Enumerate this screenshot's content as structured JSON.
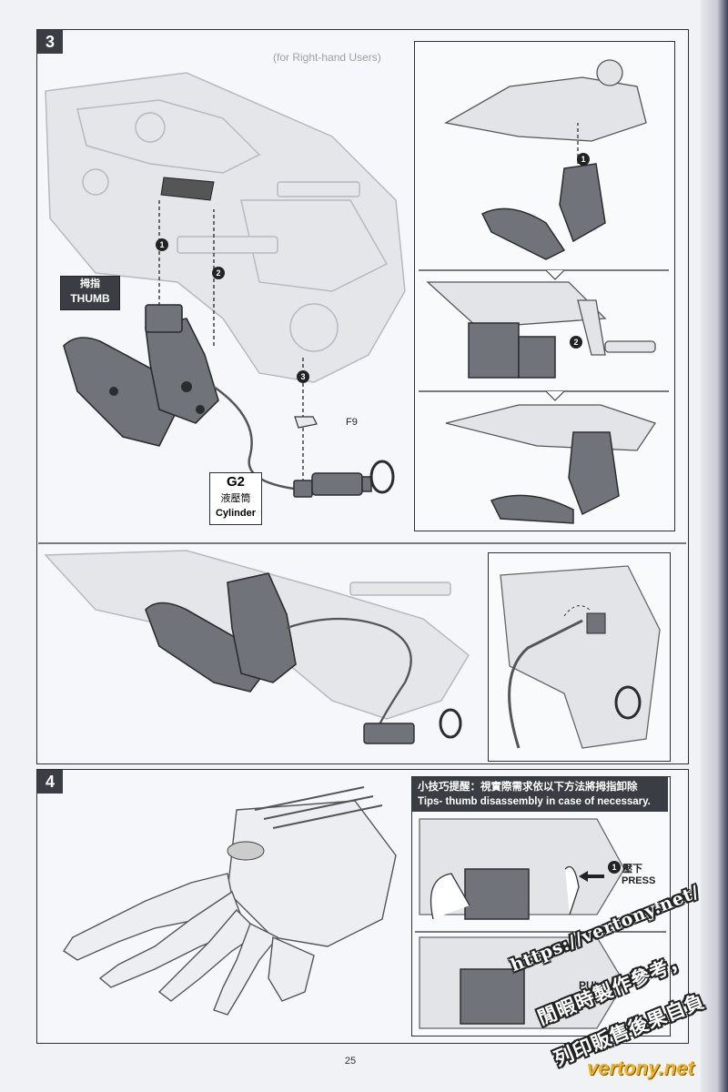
{
  "step3": {
    "number": "3",
    "header_text": "(for Right-hand Users)",
    "thumb_label_cn": "拇指",
    "thumb_label_en": "THUMB",
    "part_f9": "F9",
    "g2_code": "G2",
    "g2_cn": "液壓筒",
    "g2_en": "Cylinder",
    "markers": [
      "1",
      "2",
      "3"
    ],
    "inset_markers": [
      "1",
      "2"
    ]
  },
  "step4": {
    "number": "4",
    "tips_title_cn": "小技巧提醒：視實際需求依以下方法將拇指卸除",
    "tips_title_en": "Tips- thumb disassembly in case of necessary.",
    "press_num": "1",
    "press_cn": "壓下",
    "press_en": "PRESS",
    "pull_en": "PULL"
  },
  "page_number": "25",
  "watermark": {
    "url": "https://vertony.net/",
    "line2": "閒暇時製作參考，",
    "line3": "列印販售後果自負",
    "brand": "vertony.net",
    "color": "#f2b21e"
  }
}
